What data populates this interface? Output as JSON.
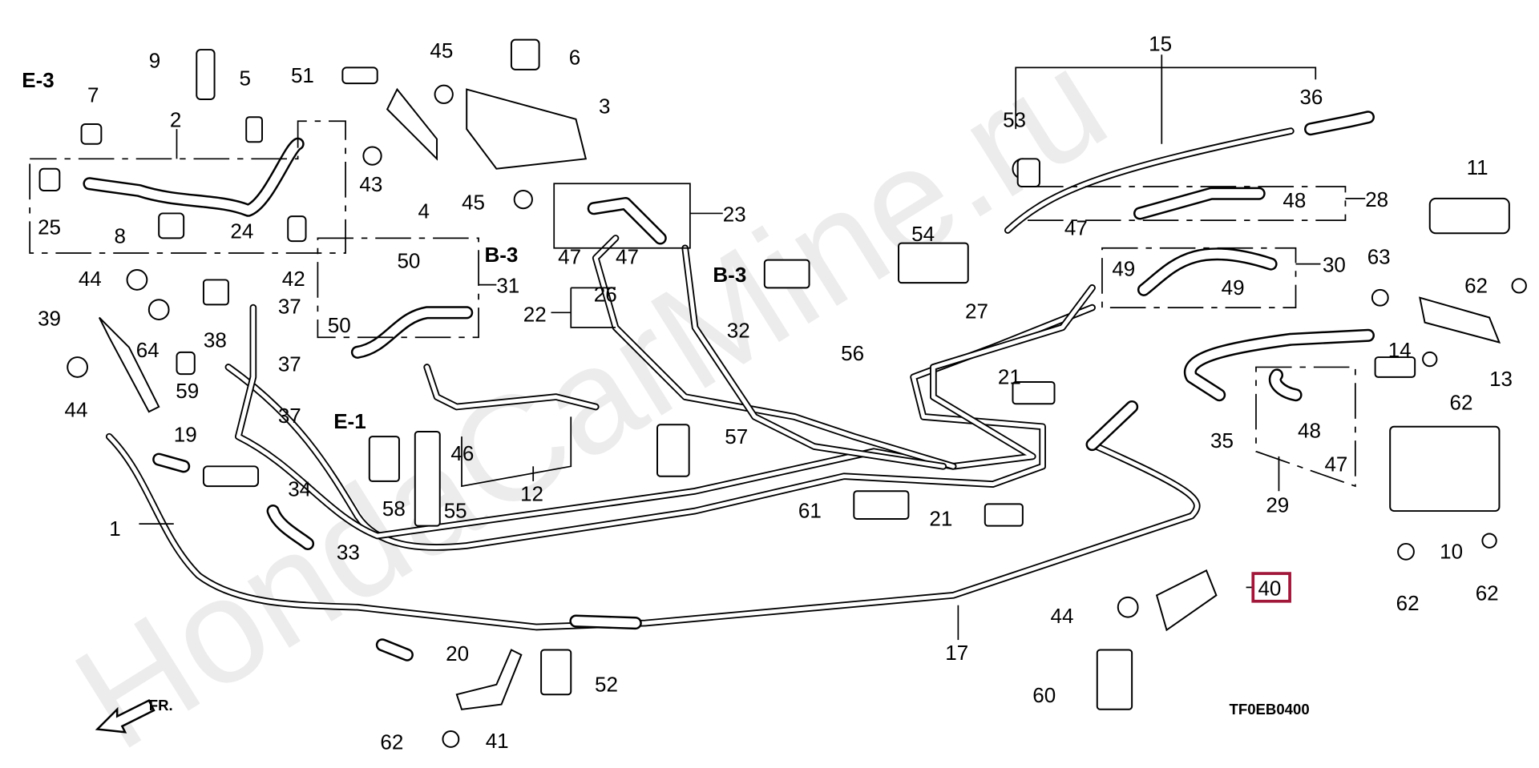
{
  "watermark": "HondaCarMine.ru",
  "diagram_code": "TF0EB0400",
  "front_marker": "FR.",
  "highlight_color": "#a0173a",
  "highlighted_part": "40",
  "refs": {
    "e3": "E-3",
    "e1": "E-1",
    "b3a": "B-3",
    "b3b": "B-3"
  },
  "callouts": {
    "c7": "7",
    "c9": "9",
    "c5": "5",
    "c2": "2",
    "c51": "51",
    "c45a": "45",
    "c6": "6",
    "c3": "3",
    "c25": "25",
    "c8": "8",
    "c24": "24",
    "c43": "43",
    "c4": "4",
    "c45b": "45",
    "c23": "23",
    "c47a": "47",
    "c47b": "47",
    "c50a": "50",
    "c31": "31",
    "c44a": "44",
    "c42": "42",
    "c39": "39",
    "c64": "64",
    "c38": "38",
    "c59": "59",
    "c37a": "37",
    "c37b": "37",
    "c37c": "37",
    "c50b": "50",
    "c46": "46",
    "c26": "26",
    "c22": "22",
    "c32": "32",
    "c56": "56",
    "c44b": "44",
    "c19": "19",
    "c34": "34",
    "c1": "1",
    "c33": "33",
    "c12": "12",
    "c58": "58",
    "c55": "55",
    "c57": "57",
    "c61": "61",
    "c21a": "21",
    "c21b": "21",
    "c27": "27",
    "c54": "54",
    "c53": "53",
    "c15": "15",
    "c36": "36",
    "c47c": "47",
    "c48a": "48",
    "c28": "28",
    "c49a": "49",
    "c49b": "49",
    "c30": "30",
    "c11": "11",
    "c62a": "62",
    "c63": "63",
    "c14": "14",
    "c13": "13",
    "c62b": "62",
    "c35": "35",
    "c48b": "48",
    "c47d": "47",
    "c29": "29",
    "c10": "10",
    "c62c": "62",
    "c62d": "62",
    "c40": "40",
    "c44c": "44",
    "c17": "17",
    "c20": "20",
    "c52": "52",
    "c60": "60",
    "c62e": "62",
    "c41": "41"
  }
}
